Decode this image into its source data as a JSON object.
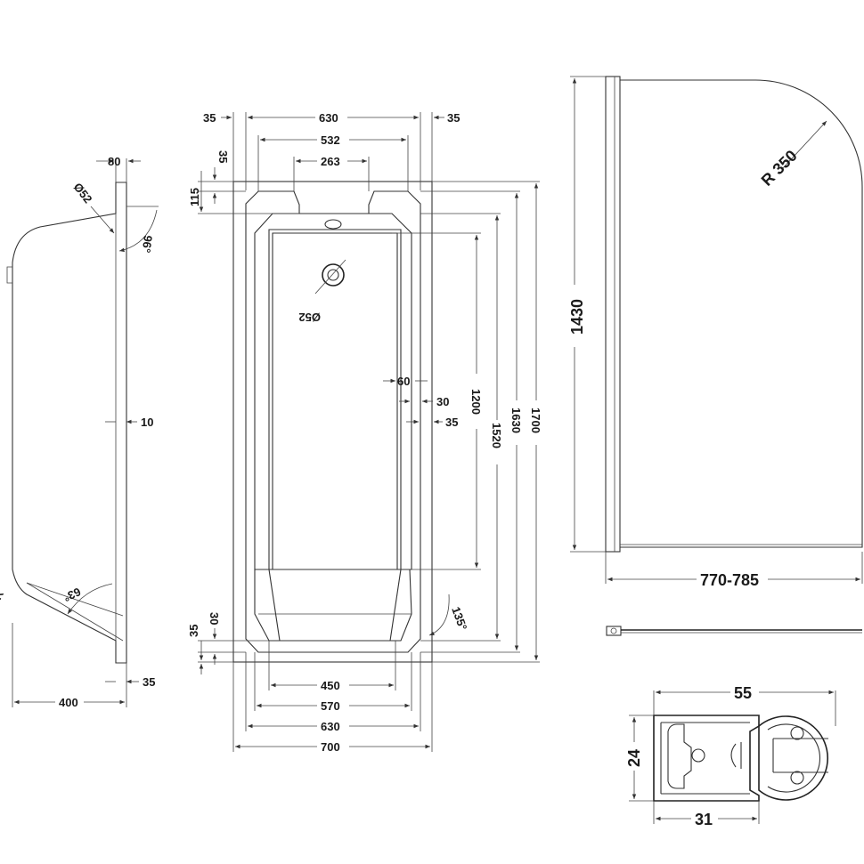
{
  "side_view": {
    "labels": {
      "top_width": "80",
      "diam_angle": "Ø52",
      "angle_96": "96°",
      "wall": "10",
      "angle_63": "63°",
      "radius_cut": "R",
      "rim": "35",
      "depth": "400"
    }
  },
  "plan_view": {
    "top": {
      "left_rim": "35",
      "inner_630": "630",
      "right_rim": "35",
      "w532": "532",
      "w263": "263"
    },
    "left": {
      "d35_top": "35",
      "d115": "115",
      "d35_bottom": "35",
      "d30": "30"
    },
    "waste": "Ø52",
    "right": {
      "d60": "60",
      "d30": "30",
      "d35": "35",
      "l1200": "1200",
      "l1520": "1520",
      "l1630": "1630",
      "l1700": "1700"
    },
    "angle_135": "135°",
    "bottom": {
      "w450": "450",
      "w570": "570",
      "w630": "630",
      "w700": "700"
    }
  },
  "screen": {
    "height": "1430",
    "radius": "R 350",
    "width": "770-785"
  },
  "profile": {
    "width": "55",
    "height": "24",
    "base": "31"
  }
}
